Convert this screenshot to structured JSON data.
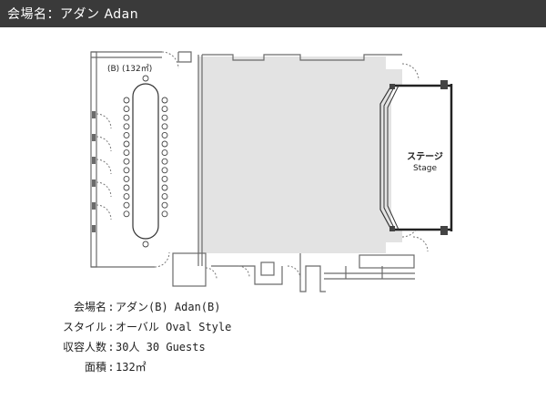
{
  "header": {
    "title": "会場名：アダン Adan"
  },
  "floorplan": {
    "room_label": "(B) (132㎡)",
    "stage_label_ja": "ステージ",
    "stage_label_en": "Stage"
  },
  "details": {
    "separator": ":",
    "rows": [
      {
        "label": "会場名",
        "value": "アダン(B) Adan(B)"
      },
      {
        "label": "スタイル",
        "value": "オーバル Oval Style"
      },
      {
        "label": "収容人数",
        "value": "30人 30 Guests"
      },
      {
        "label": "面積",
        "value": "132㎡"
      }
    ]
  },
  "colors": {
    "header_bg": "#3a3a3a",
    "header_text": "#ffffff",
    "hall_fill": "#e3e3e3",
    "wall": "#6a6a6a"
  }
}
